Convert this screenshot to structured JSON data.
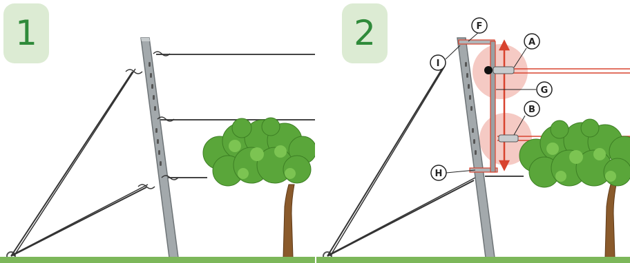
{
  "panels": [
    {
      "step": "1"
    },
    {
      "step": "2",
      "callouts": {
        "a": "A",
        "b": "B",
        "f": "F",
        "g": "G",
        "h": "H",
        "i": "I"
      }
    }
  ],
  "colors": {
    "post": "#9aa0a3",
    "wire": "#444444",
    "foliage": "#5aa63a",
    "trunk": "#8a5a2b",
    "ground": "#7cb75a",
    "highlight": "#f2b8b0",
    "adjust_arrow": "#d8432e",
    "badge_bg": "#dcebd3",
    "badge_text": "#2f8a3a"
  }
}
